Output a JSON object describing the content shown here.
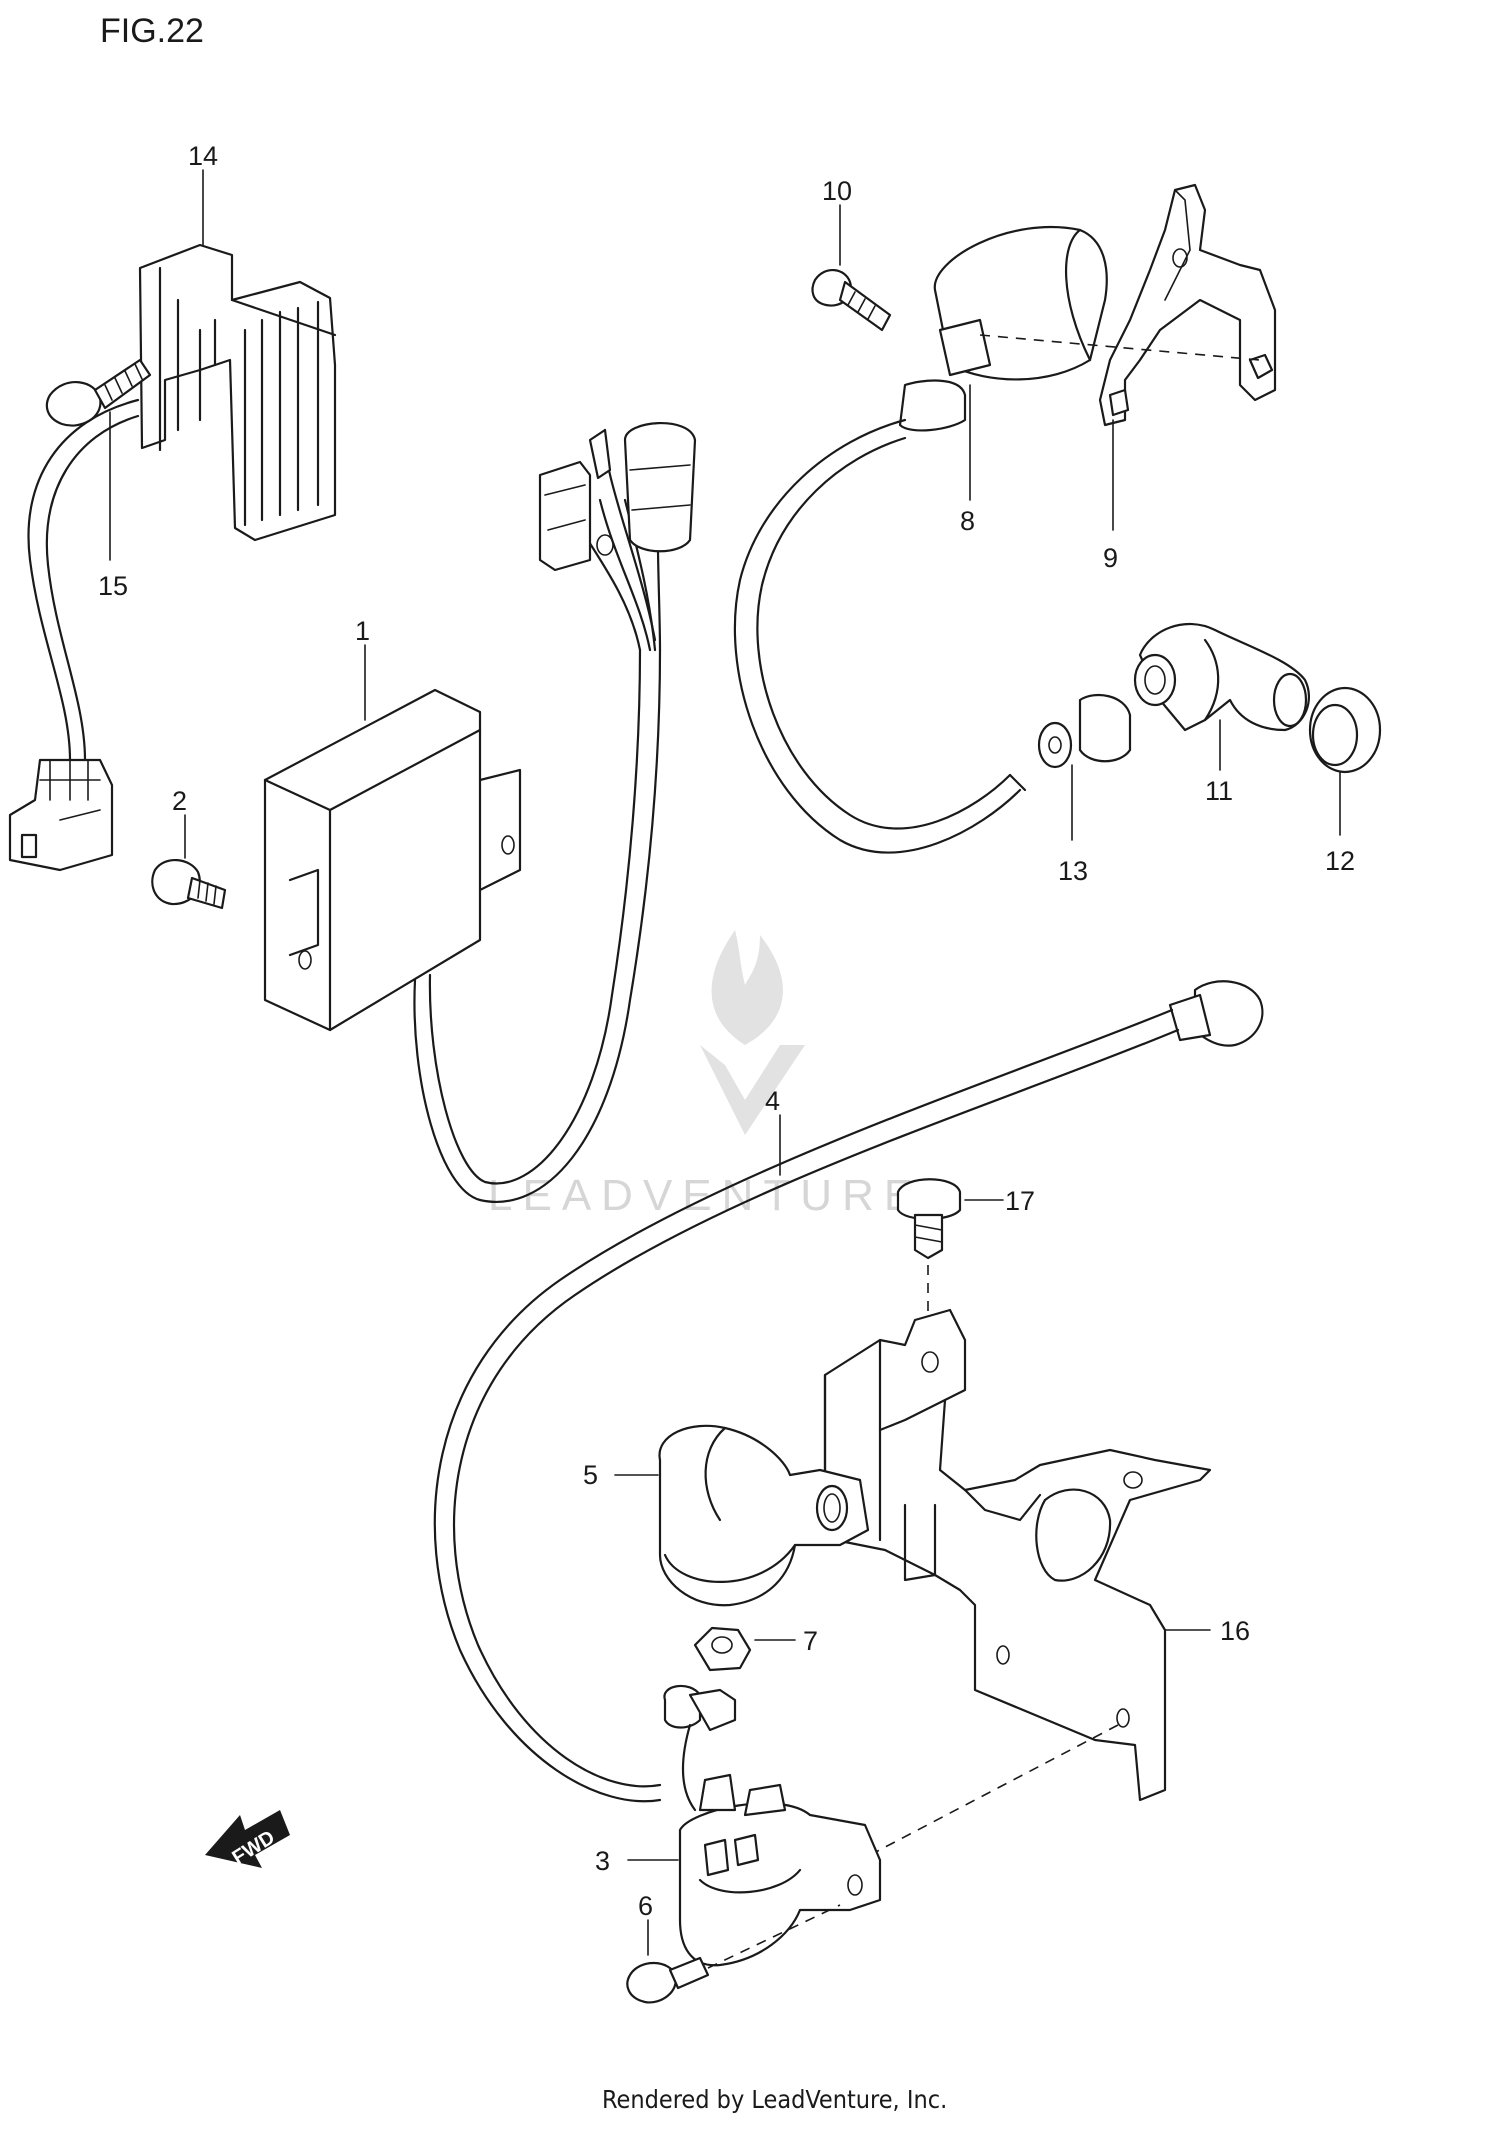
{
  "figure_title": "FIG.22",
  "watermark": "LEADVENTURE",
  "direction_arrow": "FWD",
  "footer": "Rendered by LeadVenture, Inc.",
  "callouts": {
    "c1": "1",
    "c2": "2",
    "c3": "3",
    "c4": "4",
    "c5": "5",
    "c6": "6",
    "c7": "7",
    "c8": "8",
    "c9": "9",
    "c10": "10",
    "c11": "11",
    "c12": "12",
    "c13": "13",
    "c14": "14",
    "c15": "15",
    "c16": "16",
    "c17": "17"
  }
}
